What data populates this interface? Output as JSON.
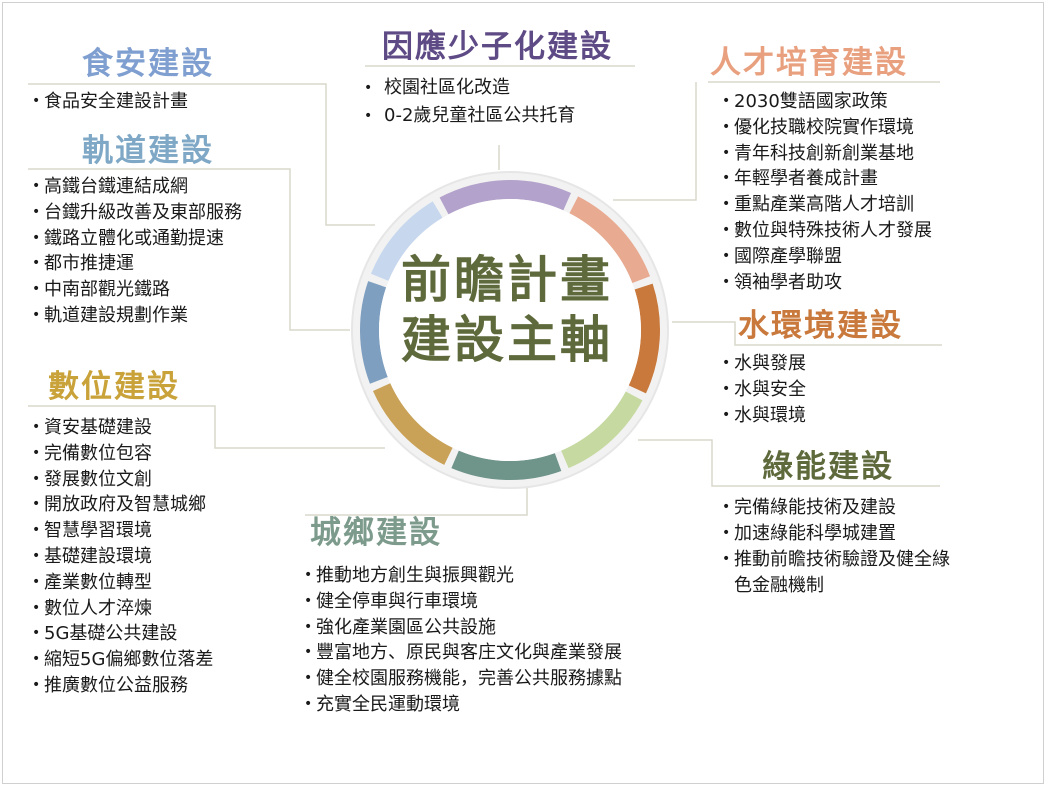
{
  "center": {
    "line1": "前瞻計畫",
    "line2": "建設主軸"
  },
  "colors": {
    "food_safety": "#7f9fd0",
    "rail": "#7fa8c6",
    "digital": "#c9a23a",
    "urban_rural": "#7d9b8c",
    "childcare": "#5e4a85",
    "talent": "#e8a07f",
    "water": "#c9793c",
    "green_energy": "#5e6a3b",
    "center_text": "#5e6a3b"
  },
  "sections": {
    "food_safety": {
      "title": "食安建設",
      "items": [
        "食品安全建設計畫"
      ]
    },
    "rail": {
      "title": "軌道建設",
      "items": [
        "高鐵台鐵連結成網",
        "台鐵升級改善及東部服務",
        "鐵路立體化或通勤提速",
        "都市推捷運",
        "中南部觀光鐵路",
        "軌道建設規劃作業"
      ]
    },
    "digital": {
      "title": "數位建設",
      "items": [
        "資安基礎建設",
        "完備數位包容",
        "發展數位文創",
        "開放政府及智慧城鄉",
        "智慧學習環境",
        "基礎建設環境",
        "產業數位轉型",
        "數位人才淬煉",
        "5G基礎公共建設",
        "縮短5G偏鄉數位落差",
        "推廣數位公益服務"
      ]
    },
    "childcare": {
      "title": "因應少子化建設",
      "items": [
        "校園社區化改造",
        "0-2歲兒童社區公共托育"
      ]
    },
    "urban_rural": {
      "title": "城鄉建設",
      "items": [
        "推動地方創生與振興觀光",
        "健全停車與行車環境",
        "強化產業園區公共設施",
        "豐富地方、原民與客庄文化與產業發展",
        "健全校園服務機能，完善公共服務據點",
        "充實全民運動環境"
      ]
    },
    "talent": {
      "title": "人才培育建設",
      "items": [
        "2030雙語國家政策",
        "優化技職校院實作環境",
        "青年科技創新創業基地",
        "年輕學者養成計畫",
        "重點產業高階人才培訓",
        "數位與特殊技術人才發展",
        "國際產學聯盟",
        "領袖學者助攻"
      ]
    },
    "water": {
      "title": "水環境建設",
      "items": [
        "水與發展",
        "水與安全",
        "水與環境"
      ]
    },
    "green_energy": {
      "title": "綠能建設",
      "items": [
        "完備綠能技術及建設",
        "加速綠能科學城建置",
        "推動前瞻技術驗證及健全綠"
      ],
      "continuation": "色金融機制"
    }
  }
}
